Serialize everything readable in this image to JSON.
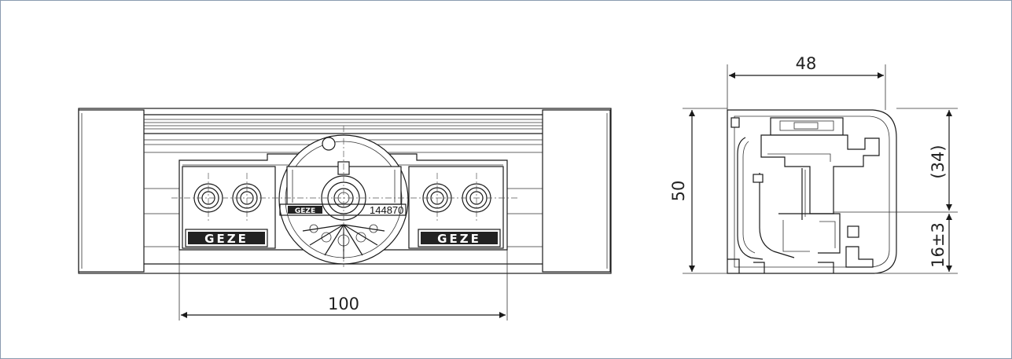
{
  "front_view": {
    "width_dimension": "100",
    "logo_left": "GEZE",
    "logo_right": "GEZE",
    "logo_center": "GEZE",
    "part_number": "144870"
  },
  "side_view": {
    "width_dimension": "48",
    "height_dimension": "50",
    "upper_height_dimension": "(34)",
    "lower_height_dimension": "16±3"
  }
}
